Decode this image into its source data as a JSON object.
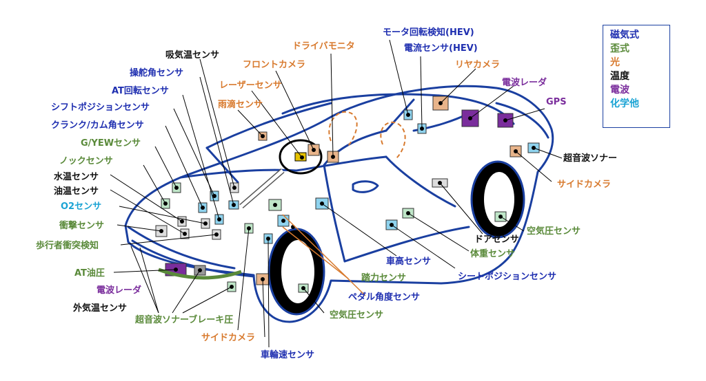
{
  "colors": {
    "magnetic": "#1f2fb0",
    "strain": "#5a8a3a",
    "light": "#d87a2e",
    "temperature": "#111111",
    "radio": "#7a2d9c",
    "chemical": "#1aa3d4",
    "car_line": "#1a3fa0"
  },
  "legend": {
    "magnetic": "磁気式",
    "strain": "歪式",
    "light": "光",
    "temperature": "温度",
    "radio": "電波",
    "chemical": "化学他"
  },
  "labels": {
    "intake_temp": "吸気温センサ",
    "steering_angle": "操舵角センサ",
    "at_rotation": "AT回転センサ",
    "shift_position": "シフトポジションセンサ",
    "crank_cam": "クランク/カム角センサ",
    "g_yaw": "G/YEWセンサ",
    "knock": "ノックセンサ",
    "water_temp": "水温センサ",
    "oil_temp": "油温センサ",
    "o2": "O2センサ",
    "impact": "衝撃センサ",
    "pedestrian": "歩行者衝突検知",
    "at_oil_pressure": "AT油圧",
    "radar_front": "電波レーダ",
    "outside_temp": "外気温センサ",
    "sonar_brake": "超音波ソナーブレーキ圧",
    "side_camera_front": "サイドカメラ",
    "wheel_speed": "車輪速センサ",
    "tire_pressure_front": "空気圧センサ",
    "pedal_angle": "ペダル角度センサ",
    "pedal_force": "踏力センサ",
    "ride_height": "車高センサ",
    "seat_position": "シートポジションセンサ",
    "body_weight": "体重センサ",
    "door": "ドアセンサ",
    "tire_pressure_rear": "空気圧センサ",
    "side_camera_rear": "サイドカメラ",
    "sonar_rear": "超音波ソナー",
    "gps": "GPS",
    "radar_rear": "電波レーダ",
    "rear_camera": "リヤカメラ",
    "current_hev": "電流センサ(HEV)",
    "motor_rotation_hev": "モータ回転検知(HEV)",
    "driver_monitor": "ドライバモニタ",
    "front_camera": "フロントカメラ",
    "laser": "レーザーセンサ",
    "rain": "雨滴センサ"
  }
}
